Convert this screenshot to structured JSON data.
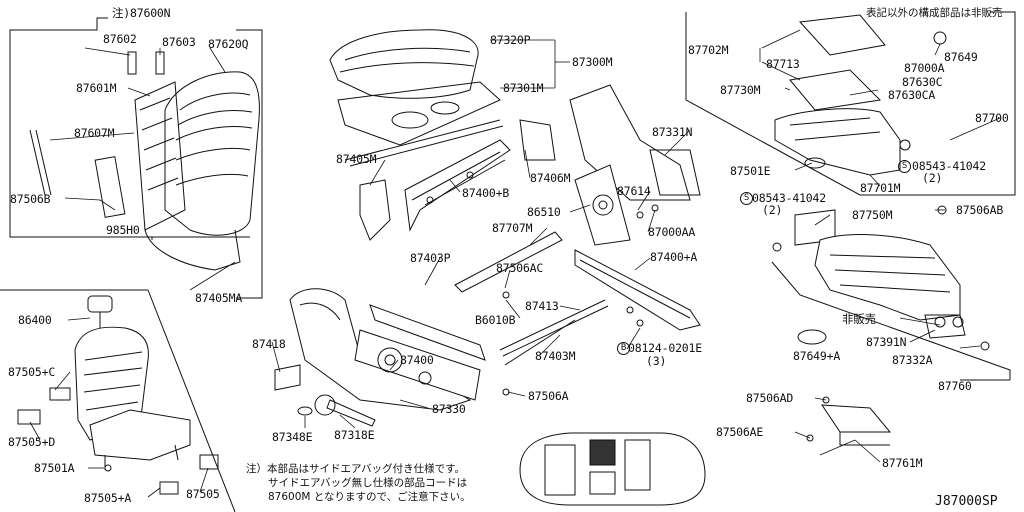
{
  "diagram_id": "J87000SP",
  "header_note": "表記以外の構成部品は非販売",
  "footnote": [
    "注）本部品はサイドエアバッグ付き仕様です。",
    "サイドエアバッグ無し仕様の部品コードは",
    "87600M となりますので、ご注意下さい。"
  ],
  "group_labels": {
    "g87600N": "注)87600N",
    "g87300M": "87300M",
    "g87700": "87700",
    "g87760": "87760",
    "not_for_sale": "非販売"
  },
  "callouts": {
    "c87602": "87602",
    "c87603": "87603",
    "c87620Q": "87620Q",
    "c87601M": "87601M",
    "c87607M": "87607M",
    "c87506B": "87506B",
    "c985H0": "985H0",
    "c87405MA": "87405MA",
    "c87320P": "87320P",
    "c87301M": "87301M",
    "c87405M": "87405M",
    "c87400B": "87400+B",
    "c87406M": "87406M",
    "c87331N": "87331N",
    "c87614": "87614",
    "c86510": "86510",
    "c87000AA": "87000AA",
    "c87707M": "87707M",
    "c87403P": "87403P",
    "c87506AC": "87506AC",
    "c87400A": "87400+A",
    "c87413": "87413",
    "c86400": "86400",
    "c87505C": "87505+C",
    "c87505D": "87505+D",
    "c87501A": "87501A",
    "c87505A": "87505+A",
    "c87505": "87505",
    "cB6010B": "B6010B",
    "c87403M": "87403M",
    "c08124": "08124-0201E",
    "c08124q": "(3)",
    "c87418": "87418",
    "c87400": "87400",
    "c87330": "87330",
    "c87506A": "87506A",
    "c87348E": "87348E",
    "c87318E": "87318E",
    "c87702M": "87702M",
    "c87713": "87713",
    "c87649": "87649",
    "c87000A": "87000A",
    "c87630C": "87630C",
    "c87630CA": "87630CA",
    "c87730M": "87730M",
    "c87501E": "87501E",
    "c08543a": "08543-41042",
    "c08543aq": "(2)",
    "c87701M": "87701M",
    "c08543b": "08543-41042",
    "c08543bq": "(2)",
    "c87750M": "87750M",
    "c87506AB": "87506AB",
    "c87391N": "87391N",
    "c87649A": "87649+A",
    "c87332A": "87332A",
    "c87506AD": "87506AD",
    "c87506AE": "87506AE",
    "c87761M": "87761M"
  }
}
